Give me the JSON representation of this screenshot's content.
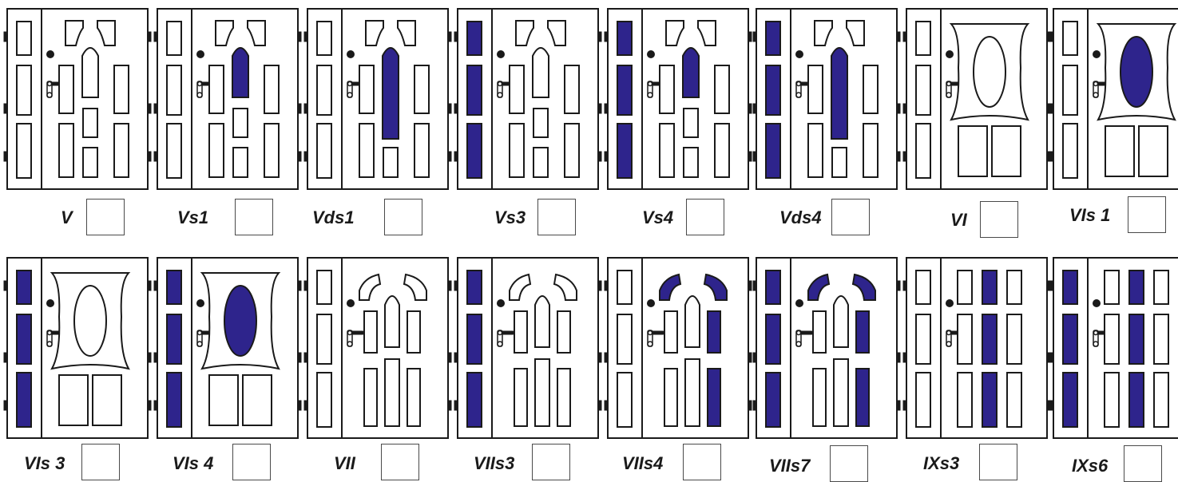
{
  "colors": {
    "glass": "#2e248c",
    "outline": "#1a1a1a",
    "background": "#ffffff"
  },
  "doors": [
    {
      "code": "V",
      "side": "white",
      "panel": "V",
      "leaf": "white"
    },
    {
      "code": "Vs1",
      "side": "white",
      "panel": "V",
      "leaf": "small"
    },
    {
      "code": "Vds1",
      "side": "white",
      "panel": "V",
      "leaf": "long"
    },
    {
      "code": "Vs3",
      "side": "blue",
      "panel": "V",
      "leaf": "white"
    },
    {
      "code": "Vs4",
      "side": "blue",
      "panel": "V",
      "leaf": "small"
    },
    {
      "code": "Vds4",
      "side": "blue",
      "panel": "V",
      "leaf": "long"
    },
    {
      "code": "VI",
      "side": "white",
      "panel": "VI",
      "leaf": "white"
    },
    {
      "code": "VIs 1",
      "side": "white",
      "panel": "VI",
      "leaf": "blue"
    },
    {
      "code": "VIs 3",
      "side": "blue",
      "panel": "VI",
      "leaf": "white"
    },
    {
      "code": "VIs 4",
      "side": "blue",
      "panel": "VI",
      "leaf": "blue"
    },
    {
      "code": "VII",
      "side": "white",
      "panel": "VII",
      "leaf": "white"
    },
    {
      "code": "VIIs3",
      "side": "blue",
      "panel": "VII",
      "leaf": "white"
    },
    {
      "code": "VIIs4",
      "side": "white",
      "panel": "VII",
      "leaf": "blue"
    },
    {
      "code": "VIIs7",
      "side": "blue",
      "panel": "VII",
      "leaf": "blue"
    },
    {
      "code": "IXs3",
      "side": "white",
      "panel": "IX",
      "leaf": "blue"
    },
    {
      "code": "IXs6",
      "side": "blue",
      "panel": "IX",
      "leaf": "blue"
    }
  ]
}
